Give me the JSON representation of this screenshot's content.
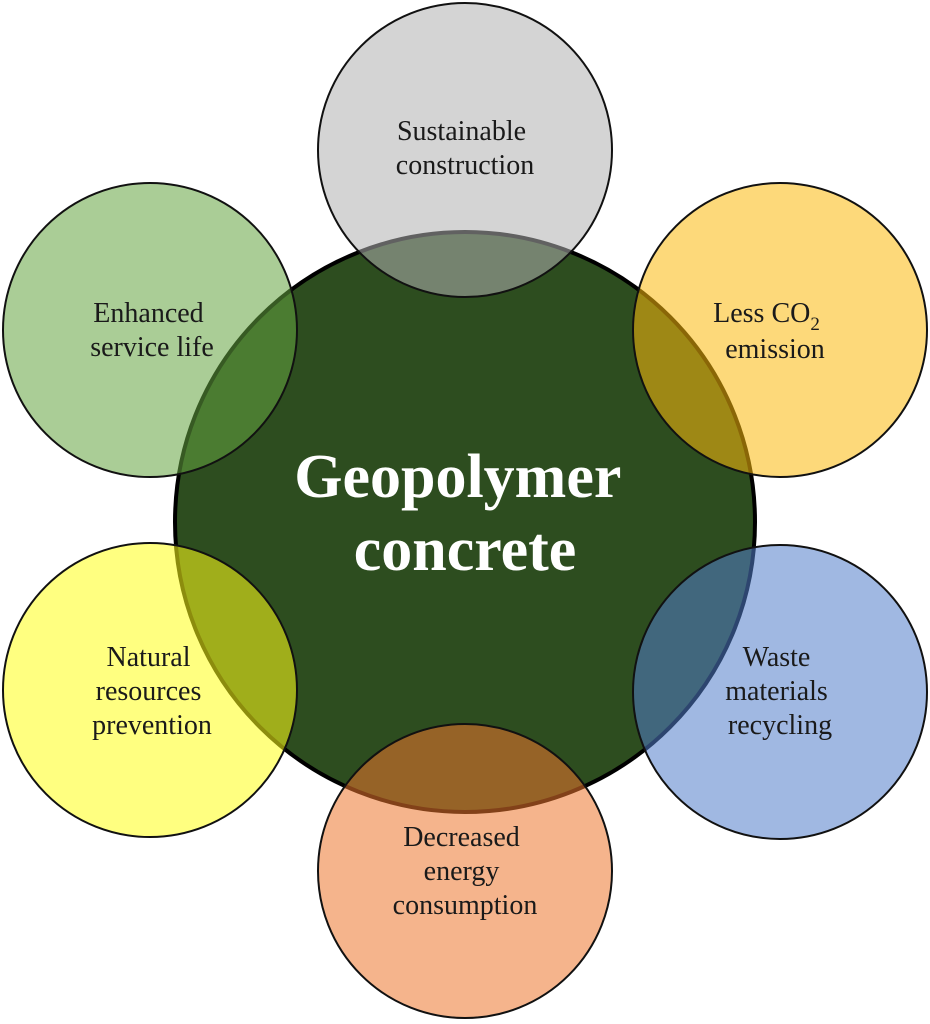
{
  "title": [
    "Geopolymer",
    "concrete"
  ],
  "colors": {
    "center": "#2d4d1f",
    "sustainable": "#b1b1b1",
    "co2": "#fbba0d",
    "waste": "#527eca",
    "energy": "#ed772e",
    "natural": "#ffff18",
    "service": "#64a440"
  },
  "benefits": [
    {
      "key": "sustainable",
      "lines": [
        "Sustainable",
        "construction"
      ]
    },
    {
      "key": "co2",
      "lines": [
        "Less CO",
        "emission"
      ],
      "subscript": "2"
    },
    {
      "key": "waste",
      "lines": [
        "Waste",
        "materials",
        "recycling"
      ]
    },
    {
      "key": "energy",
      "lines": [
        "Decreased",
        "energy",
        "consumption"
      ]
    },
    {
      "key": "natural",
      "lines": [
        "Natural",
        "resources",
        "prevention"
      ]
    },
    {
      "key": "service",
      "lines": [
        "Enhanced",
        "service life"
      ]
    }
  ]
}
